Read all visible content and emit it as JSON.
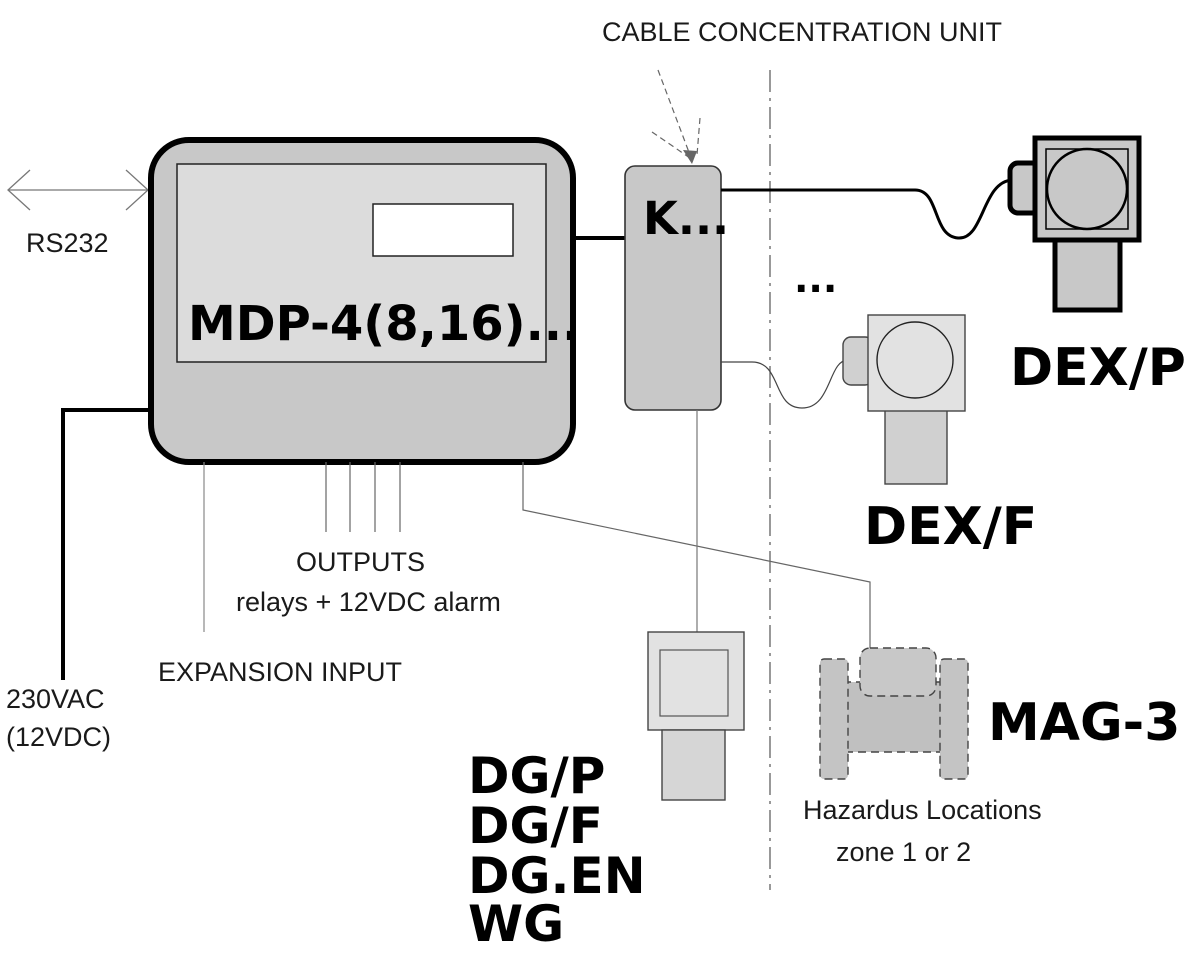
{
  "labels": {
    "cable_unit": "CABLE CONCENTRATION UNIT",
    "rs232": "RS232",
    "controller": "MDP-4(8,16)...",
    "junction": "K...",
    "ellipsis": "...",
    "dex_p": "DEX/P",
    "dex_f": "DEX/F",
    "outputs": "OUTPUTS",
    "outputs_detail": "relays + 12VDC alarm",
    "expansion": "EXPANSION INPUT",
    "power_ac": "230VAC",
    "power_dc": "(12VDC)",
    "dg_p": "DG/P",
    "dg_f": "DG/F",
    "dg_en": "DG.EN",
    "wg": "WG",
    "mag3": "MAG-3",
    "hazard_line1": "Hazardus Locations",
    "hazard_line2": "zone 1 or 2"
  },
  "colors": {
    "line": "#000000",
    "box_fill": "#c8c8c8",
    "panel_fill": "#dcdcdc",
    "device_light": "#e2e2e2",
    "device_dark": "#c4c4c4"
  }
}
